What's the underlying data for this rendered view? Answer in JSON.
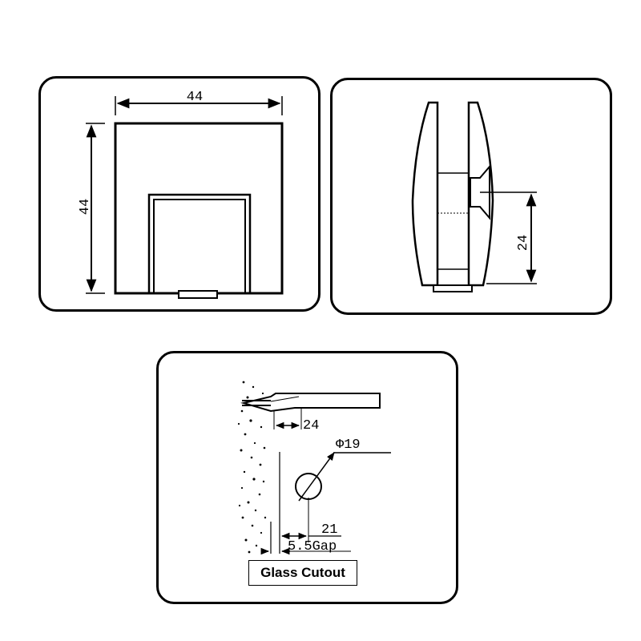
{
  "front_view": {
    "width_label": "44",
    "height_label": "44"
  },
  "side_view": {
    "height_label": "24"
  },
  "cutout_view": {
    "edge_distance_label": "24",
    "hole_diameter_label": "Φ19",
    "hole_offset_label": "21",
    "gap_label": "5.5Gap",
    "caption": "Glass Cutout"
  }
}
